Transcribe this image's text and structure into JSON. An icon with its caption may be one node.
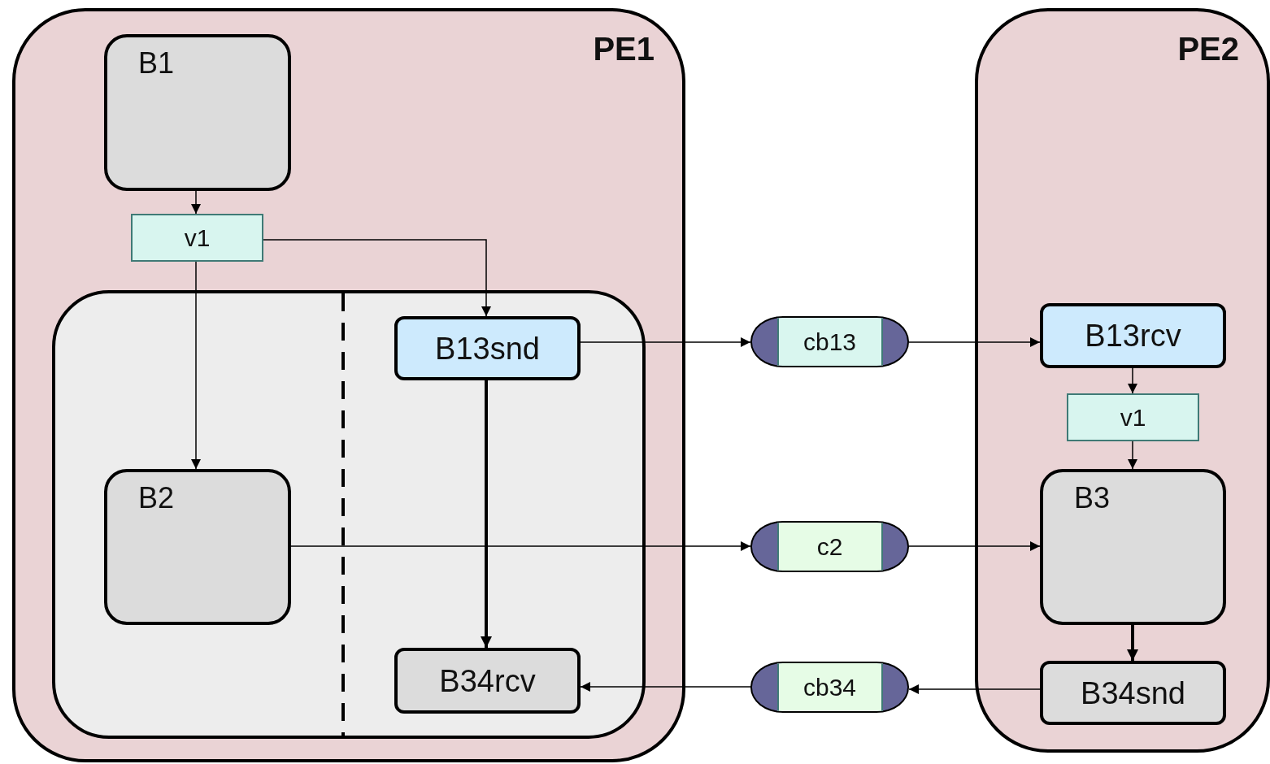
{
  "diagram": {
    "nodes": [
      {
        "text": [
          "PE1"
        ]
      },
      {
        "text": [
          "B1"
        ],
        "in": 0
      },
      {
        "text": [
          "v1"
        ],
        "in": 0
      },
      {
        "text": [],
        "shape": "box",
        "in": 0
      },
      {
        "text": [
          "B13snd"
        ],
        "in": 3
      },
      {
        "text": [
          "B2"
        ],
        "in": 3
      },
      {
        "text": [
          "B34rcv"
        ],
        "in": 3
      },
      {
        "text": [
          "cb13"
        ]
      },
      {
        "text": [
          "c2"
        ]
      },
      {
        "text": [
          "cb34"
        ]
      },
      {
        "text": [
          "PE2"
        ]
      },
      {
        "text": [
          "B13rcv"
        ],
        "in": 10
      },
      {
        "text": [
          "v1"
        ],
        "in": 10
      },
      {
        "text": [
          "B3"
        ],
        "in": 10
      },
      {
        "text": [
          "B34snd"
        ],
        "in": 10
      }
    ],
    "edges": [
      {
        "from": 1,
        "to": 2,
        "arrow": "to"
      },
      {
        "from": 2,
        "to": 4,
        "arrow": "to"
      },
      {
        "from": 2,
        "to": 5,
        "arrow": "to"
      },
      {
        "from": 4,
        "to": 7,
        "arrow": "to"
      },
      {
        "from": 7,
        "to": 11,
        "arrow": "to"
      },
      {
        "from": 4,
        "to": 6,
        "arrow": "to",
        "style": "thick"
      },
      {
        "from": 5,
        "to": 8,
        "arrow": "to"
      },
      {
        "from": 8,
        "to": 13,
        "arrow": "to"
      },
      {
        "from": 11,
        "to": 12,
        "arrow": "to"
      },
      {
        "from": 12,
        "to": 13,
        "arrow": "to"
      },
      {
        "from": 13,
        "to": 14,
        "arrow": "to",
        "style": "thick"
      },
      {
        "from": 14,
        "to": 9,
        "arrow": "to"
      },
      {
        "from": 9,
        "to": 6,
        "arrow": "to"
      }
    ]
  }
}
